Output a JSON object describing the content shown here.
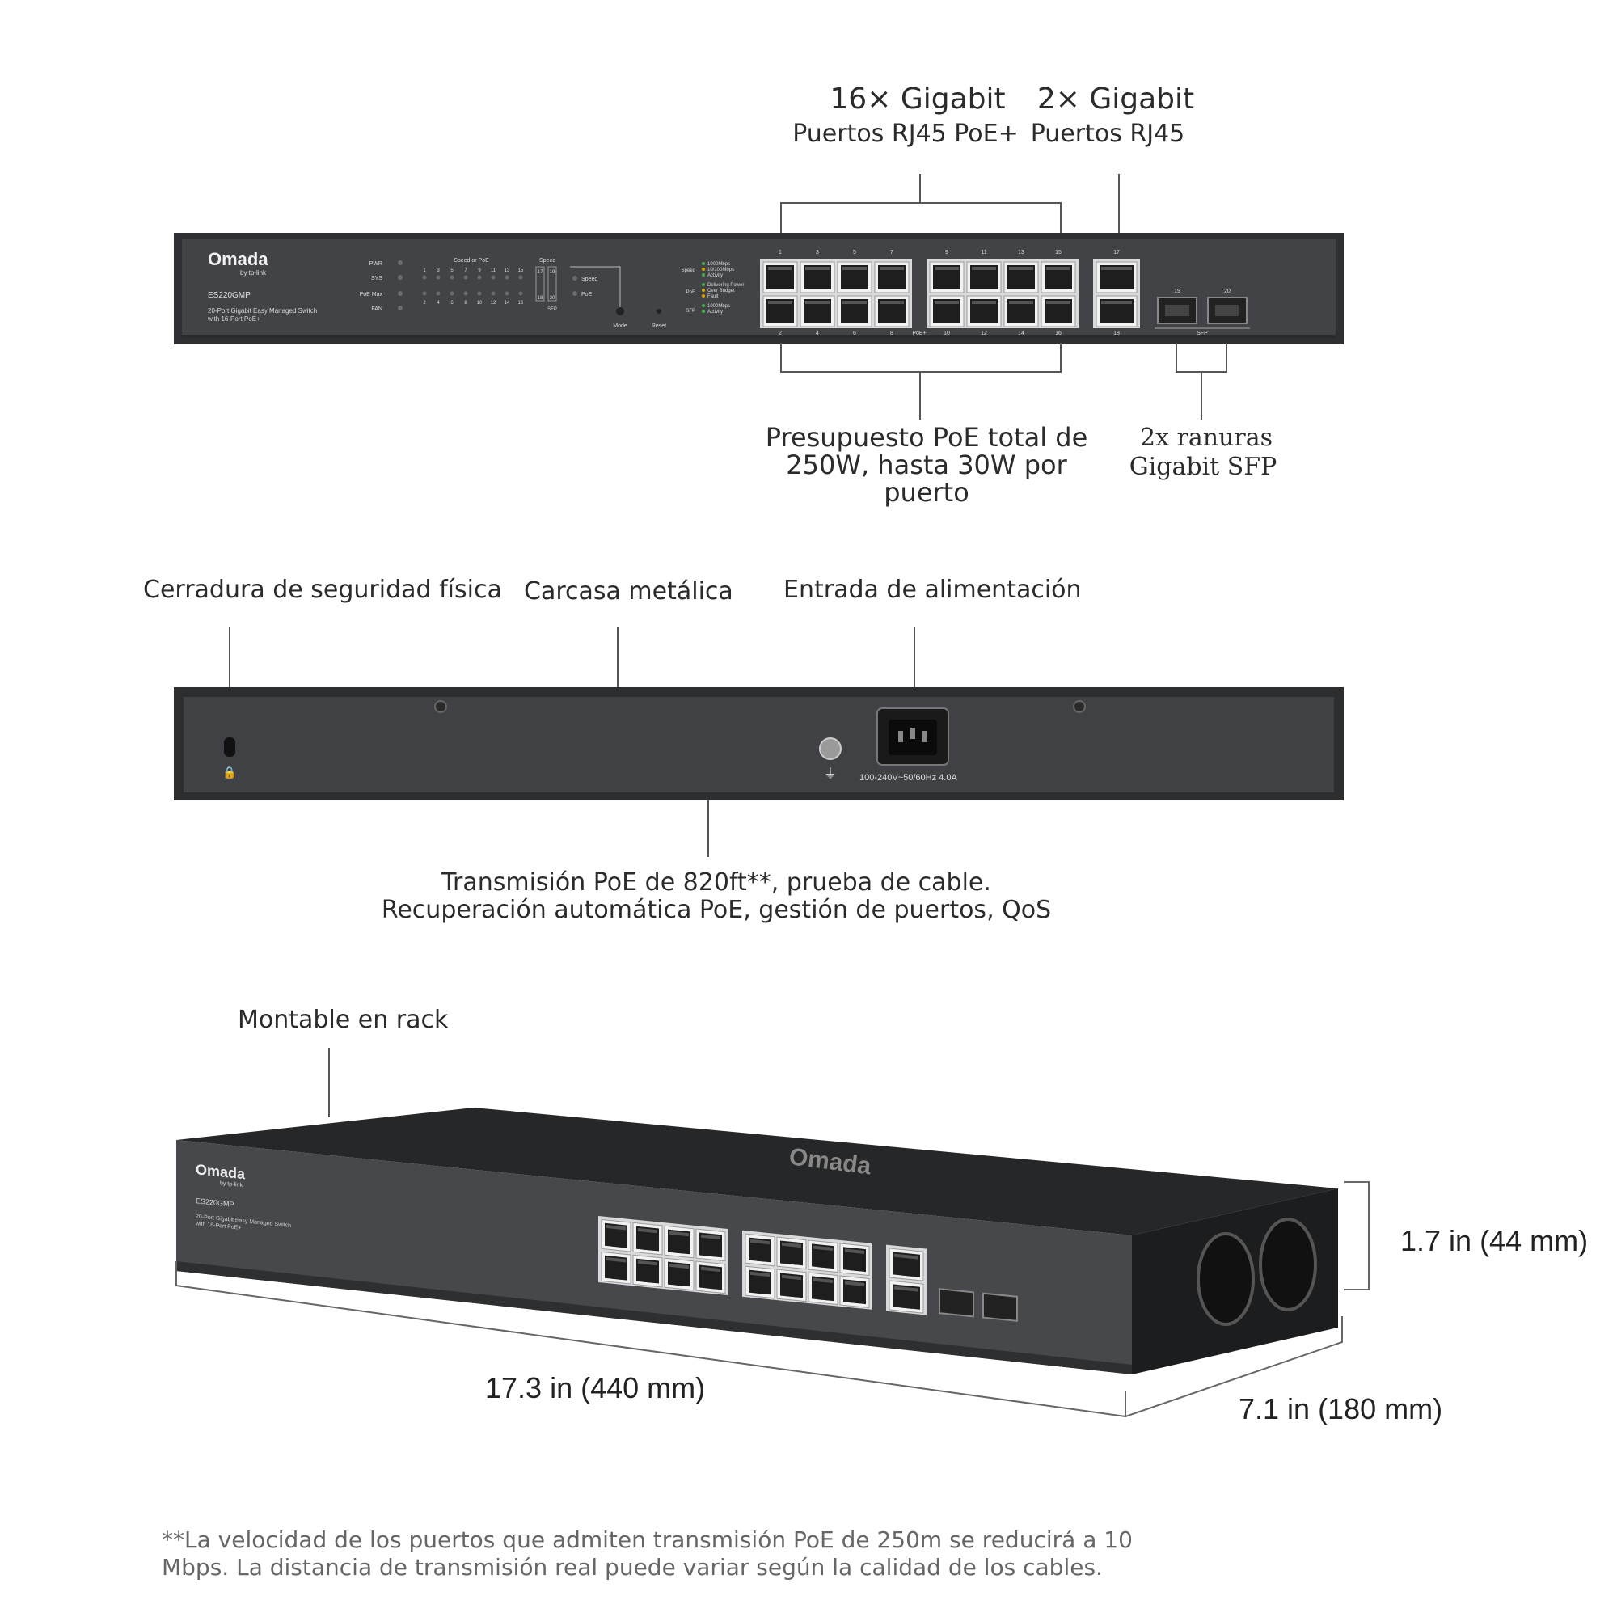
{
  "front": {
    "label_rj45_poe_title": "16× Gigabit",
    "label_rj45_poe_sub": "Puertos RJ45 PoE+",
    "label_rj45_title": "2× Gigabit",
    "label_rj45_sub": "Puertos RJ45",
    "label_poe_budget": [
      "Presupuesto PoE total de",
      "250W, hasta 30W por",
      "puerto"
    ],
    "label_sfp": [
      "2x ranuras",
      "Gigabit SFP"
    ]
  },
  "device": {
    "brand": "Omada",
    "brand_sub": "by tp-link",
    "model": "ES220GMP",
    "description": [
      "20-Port Gigabit Easy Managed Switch",
      "with 16-Port PoE+"
    ],
    "led_labels": [
      "PWR",
      "SYS",
      "PoE Max",
      "FAN"
    ],
    "speed_or_poe": "Speed or PoE",
    "speed": "Speed",
    "port_numbers_top": [
      "1",
      "3",
      "5",
      "7",
      "9",
      "11",
      "13",
      "15"
    ],
    "port_numbers_bottom": [
      "2",
      "4",
      "6",
      "8",
      "10",
      "12",
      "14",
      "16"
    ],
    "sfp_led_numbers": [
      "17",
      "19",
      "18",
      "20"
    ],
    "sfp_label": "SFP",
    "mode_speed": "Speed",
    "mode_poe": "PoE",
    "mode_button": "Mode",
    "reset_button": "Reset",
    "legend_speed": [
      "1000Mbps",
      "10/100Mbps",
      "Activity"
    ],
    "legend_poe": [
      "Delivering Power",
      "Over Budget",
      "Fault"
    ],
    "legend_sfp": [
      "1000Mbps",
      "Activity"
    ],
    "legend_titles": [
      "Speed",
      "PoE",
      "SFP"
    ],
    "poe_group_label": "PoE+",
    "port_17": "17",
    "port_18": "18",
    "sfp_ports": [
      "19",
      "20"
    ]
  },
  "back": {
    "label_lock": "Cerradura de seguridad física",
    "label_housing": "Carcasa metálica",
    "label_power": "Entrada de alimentación",
    "power_rating": "100-240V~50/60Hz 4.0A",
    "label_features": [
      "Transmisión PoE de 820ft**, prueba de cable.",
      "Recuperación automática PoE, gestión de puertos, QoS"
    ]
  },
  "iso": {
    "label_rack": "Montable en rack",
    "height": "1.7 in (44 mm)",
    "width": "17.3 in (440 mm)",
    "depth": "7.1 in (180 mm)"
  },
  "footnote": [
    "**La velocidad de los puertos que admiten transmisión PoE de 250m se reducirá a 10",
    "Mbps. La distancia de transmisión real puede variar según la calidad de los cables."
  ],
  "colors": {
    "chassis": "#3d3f42",
    "chassis_edge": "#2a2b2d",
    "port": "#e6e7e8",
    "text": "#2b2b2b"
  }
}
